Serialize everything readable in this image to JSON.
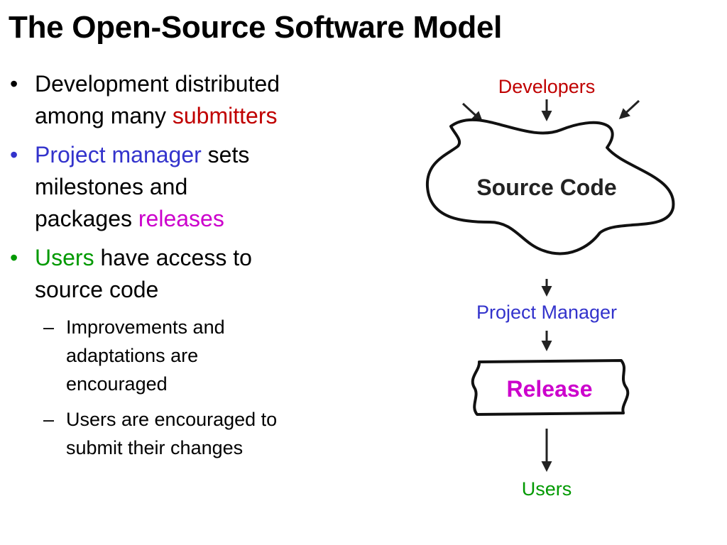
{
  "slide": {
    "title": "The Open-Source Software Model",
    "colors": {
      "red": "#c00000",
      "blue": "#3333cc",
      "magenta": "#cc00cc",
      "green": "#009900"
    }
  },
  "bullets": {
    "b1": {
      "marker": "•",
      "text_a": "Development distributed",
      "text_b": "among many ",
      "highlight": "submitters"
    },
    "b2": {
      "marker": "•",
      "highlight": "Project manager",
      "text_a": " sets",
      "text_b": "milestones and",
      "text_c": "packages ",
      "highlight2": "releases"
    },
    "b3": {
      "marker": "•",
      "highlight": "Users",
      "text_a": " have access to",
      "text_b": "source code"
    },
    "sub1": {
      "marker": "–",
      "text_a": "Improvements and",
      "text_b": "adaptations are",
      "text_c": "encouraged"
    },
    "sub2": {
      "marker": "–",
      "text_a": "Users are encouraged to",
      "text_b": "submit their changes"
    }
  },
  "diagram": {
    "developers": "Developers",
    "source_code": "Source Code",
    "project_manager": "Project Manager",
    "release": "Release",
    "users": "Users"
  }
}
